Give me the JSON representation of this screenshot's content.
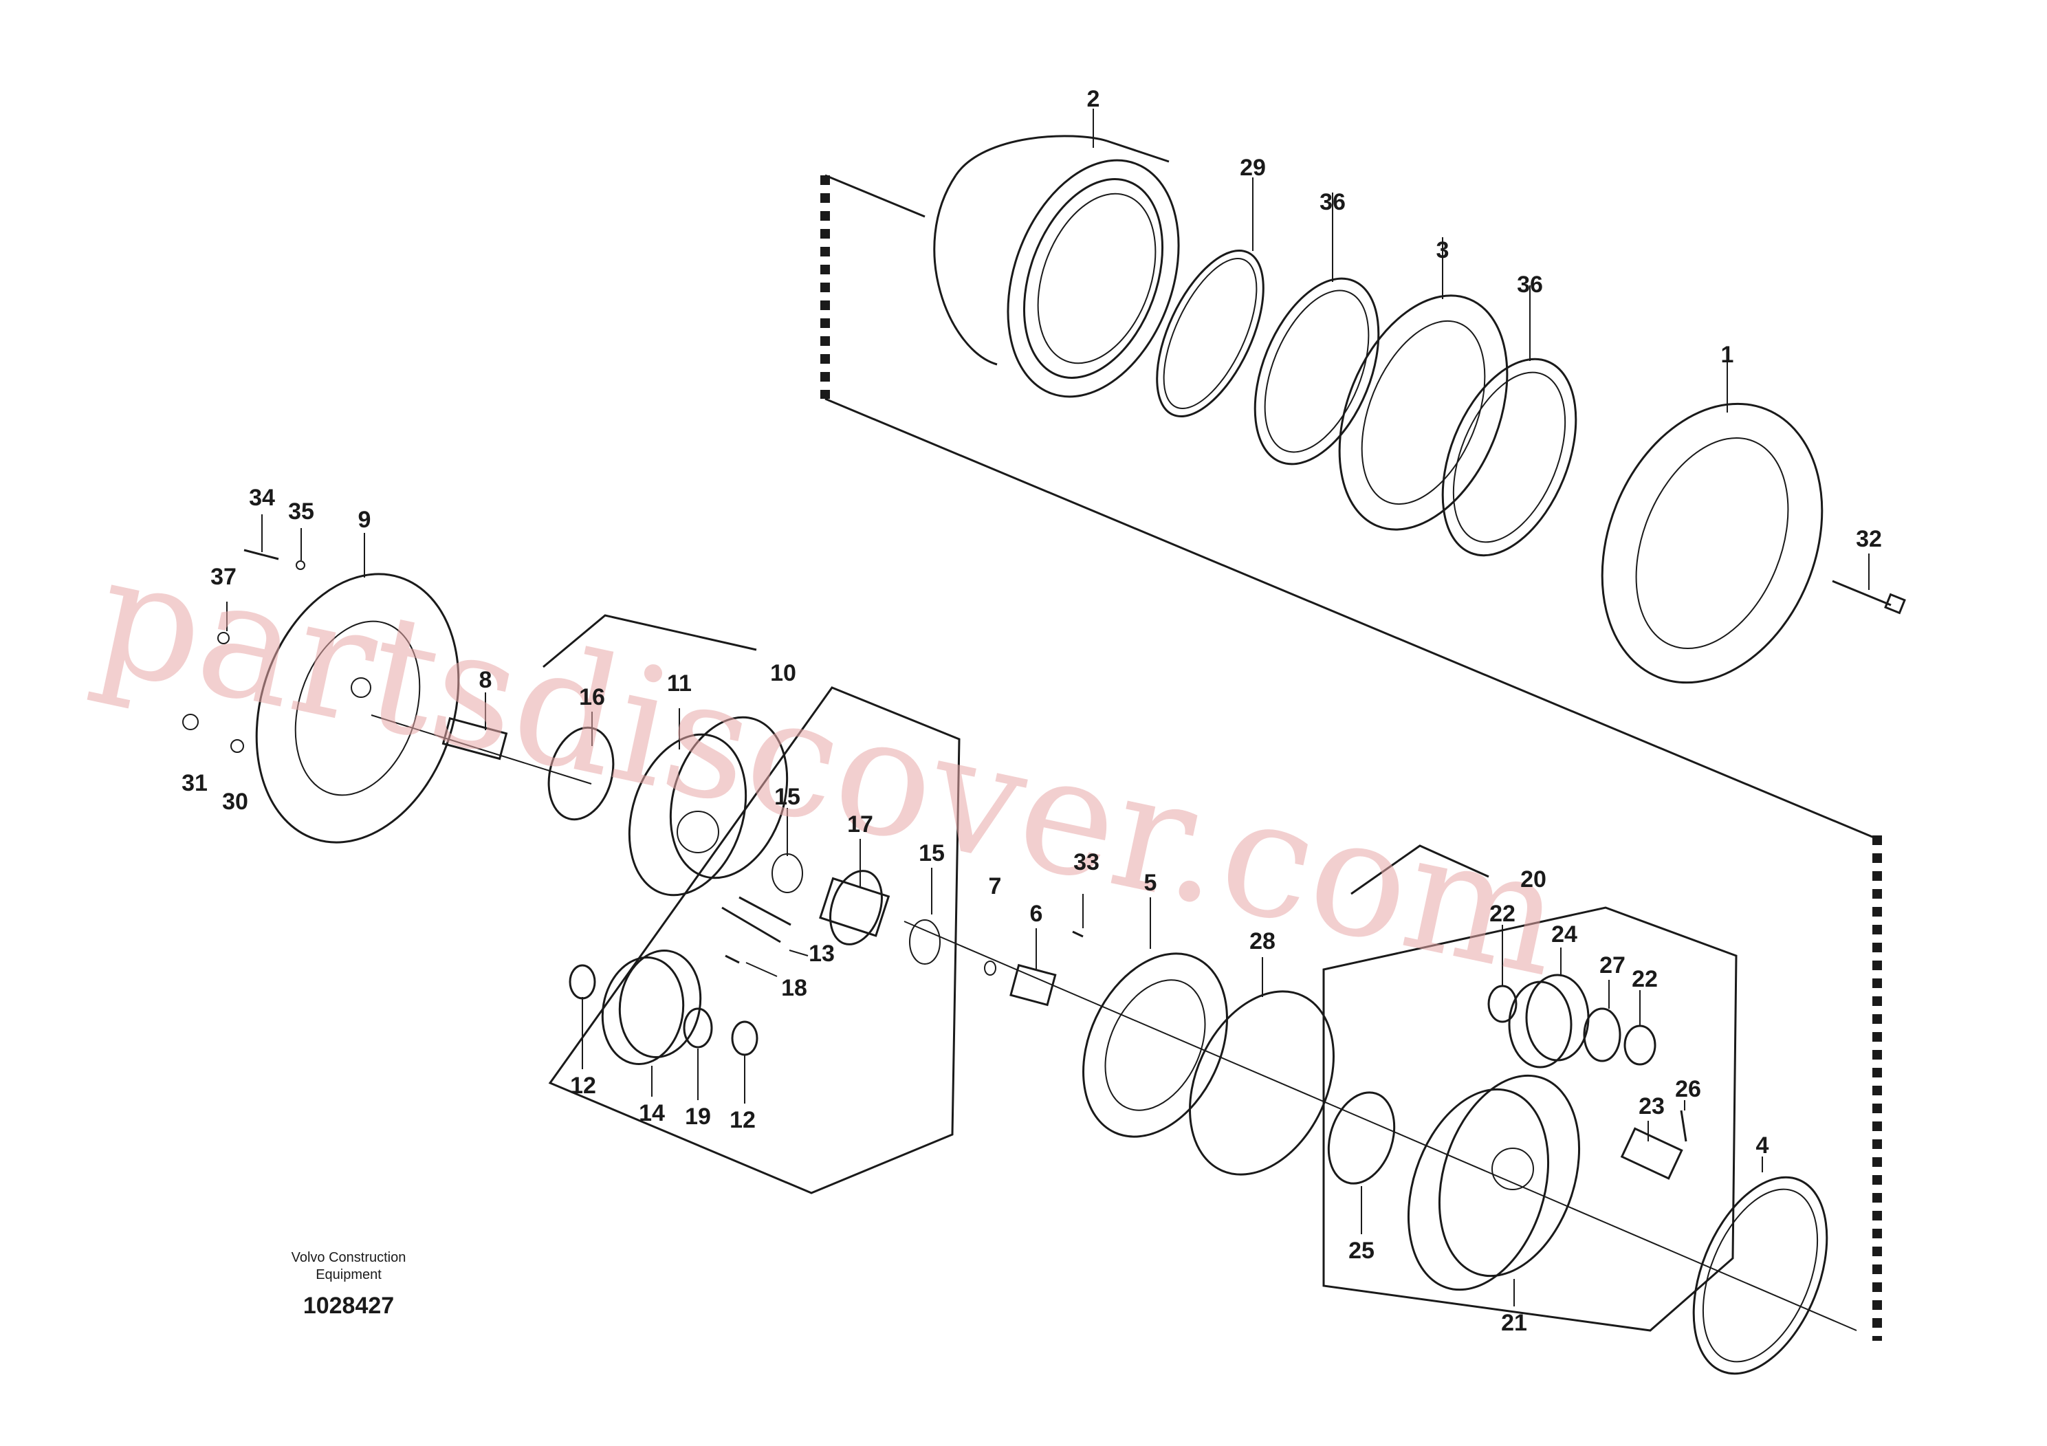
{
  "callouts": [
    "2",
    "29",
    "36",
    "3",
    "36",
    "1",
    "32",
    "34",
    "35",
    "9",
    "37",
    "8",
    "16",
    "11",
    "10",
    "15",
    "17",
    "15",
    "7",
    "33",
    "6",
    "5",
    "28",
    "13",
    "18",
    "12",
    "14",
    "19",
    "12",
    "20",
    "22",
    "24",
    "27",
    "22",
    "26",
    "23",
    "25",
    "4",
    "21",
    "31",
    "30"
  ],
  "caption": {
    "line1": "Volvo Construction",
    "line2": "Equipment",
    "doc_number": "1028427"
  },
  "watermark": "partsdiscover.com",
  "colors": {
    "line": "#1a1a1a",
    "watermark": "#e8a8a8",
    "background": "#ffffff"
  }
}
